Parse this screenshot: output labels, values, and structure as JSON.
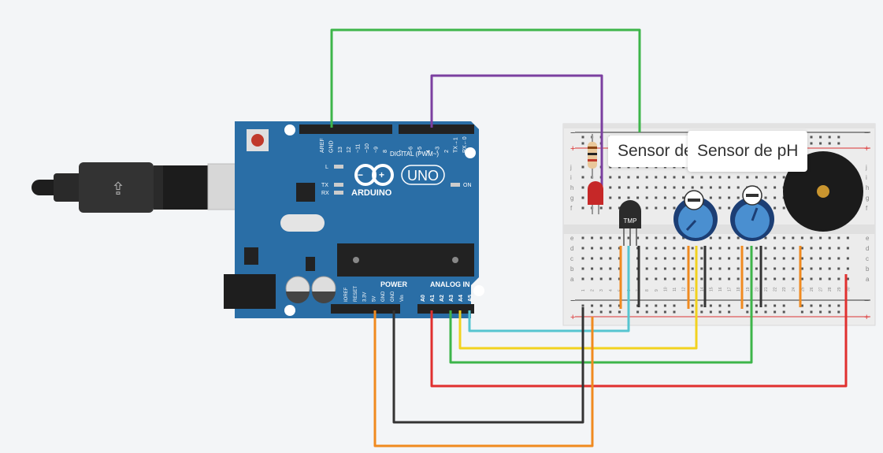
{
  "tooltips": [
    {
      "label": "Sensor de"
    },
    {
      "label": "Sensor de pH"
    }
  ],
  "arduino": {
    "brand": "ARDUINO",
    "model": "UNO",
    "digital_header": "DIGITAL (PWM~)",
    "power_label": "POWER",
    "analog_label": "ANALOG IN",
    "on_label": "ON",
    "led_l": "L",
    "led_tx": "TX",
    "led_rx": "RX",
    "top_pins": [
      "AREF",
      "GND",
      "13",
      "12",
      "~11",
      "~10",
      "~9",
      "8",
      "7",
      "~6",
      "~5",
      "4",
      "~3",
      "2",
      "TX→1",
      "RX←0"
    ],
    "power_pins": [
      "IOREF",
      "RESET",
      "3.3V",
      "5V",
      "GND",
      "GND",
      "Vin"
    ],
    "analog_pins": [
      "A0",
      "A1",
      "A2",
      "A3",
      "A4",
      "A5"
    ]
  },
  "components": {
    "temp_sensor_label": "TMP"
  },
  "breadboard": {
    "rows_top": [
      "j",
      "i",
      "h",
      "g",
      "f"
    ],
    "rows_bottom": [
      "e",
      "d",
      "c",
      "b",
      "a"
    ],
    "plus": "+",
    "minus": "−",
    "col_numbers": [
      "1",
      "2",
      "3",
      "4",
      "5",
      "6",
      "7",
      "8",
      "9",
      "10",
      "11",
      "12",
      "13",
      "14",
      "15",
      "16",
      "17",
      "18",
      "19",
      "20",
      "21",
      "22",
      "23",
      "24",
      "25",
      "26",
      "27",
      "28",
      "29",
      "30"
    ]
  },
  "colors": {
    "board": "#2a6ea6",
    "wire_green": "#3db54a",
    "wire_purple": "#7b3fa0",
    "wire_cyan": "#56c5d0",
    "wire_yellow": "#f2d21f",
    "wire_red": "#e0302f",
    "wire_orange": "#f08a1f",
    "wire_black": "#333333"
  }
}
